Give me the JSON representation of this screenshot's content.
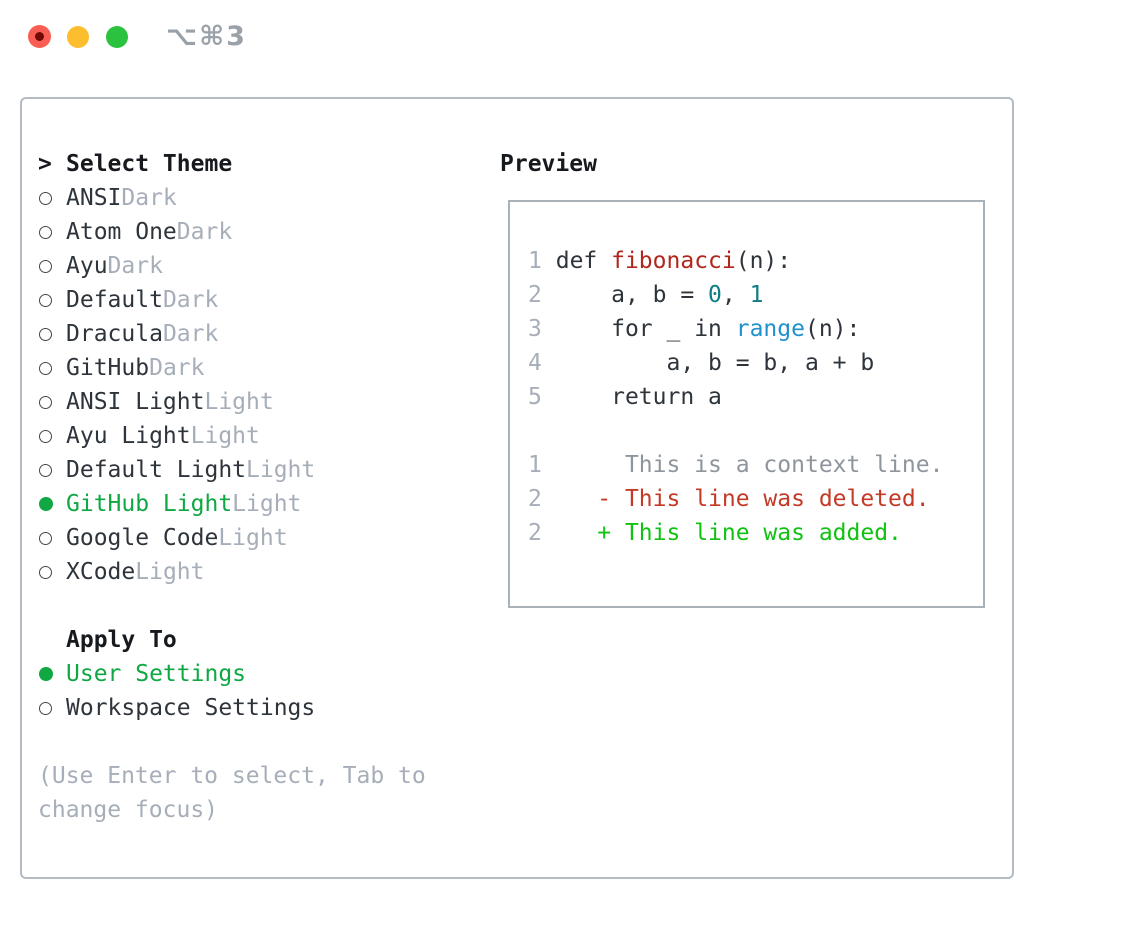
{
  "window": {
    "title": "⌥⌘3",
    "traffic_lights": [
      "close",
      "minimize",
      "zoom"
    ]
  },
  "colors": {
    "selection_green": "#0fa843",
    "added_green": "#10c212",
    "deleted_red": "#c43a26",
    "function_red": "#b0271d",
    "number_teal": "#0e7c87",
    "builtin_blue": "#2090cf",
    "text_dark": "#2e343b",
    "muted_gray": "#a6aeb9",
    "panel_border": "#b5bbc3",
    "traffic_red": "#f95e54",
    "traffic_yellow": "#fcbd2f",
    "traffic_green": "#2bc23f"
  },
  "theme_picker": {
    "header_marker": ">",
    "header": "Select Theme",
    "themes": [
      {
        "name": "ANSI",
        "variant": "Dark",
        "selected": false
      },
      {
        "name": "Atom One",
        "variant": "Dark",
        "selected": false
      },
      {
        "name": "Ayu",
        "variant": "Dark",
        "selected": false
      },
      {
        "name": "Default",
        "variant": "Dark",
        "selected": false
      },
      {
        "name": "Dracula",
        "variant": "Dark",
        "selected": false
      },
      {
        "name": "GitHub",
        "variant": "Dark",
        "selected": false
      },
      {
        "name": "ANSI Light",
        "variant": "Light",
        "selected": false
      },
      {
        "name": "Ayu Light",
        "variant": "Light",
        "selected": false
      },
      {
        "name": "Default Light",
        "variant": "Light",
        "selected": false
      },
      {
        "name": "GitHub Light",
        "variant": "Light",
        "selected": true
      },
      {
        "name": "Google Code",
        "variant": "Light",
        "selected": false
      },
      {
        "name": "XCode",
        "variant": "Light",
        "selected": false
      }
    ],
    "apply_to": {
      "header": "Apply To",
      "options": [
        {
          "label": "User Settings",
          "selected": true
        },
        {
          "label": "Workspace Settings",
          "selected": false
        }
      ]
    },
    "hint_lines": [
      "(Use Enter to select, Tab to",
      "change focus)"
    ]
  },
  "preview": {
    "header": "Preview",
    "code_lines": [
      {
        "ln": "1",
        "kind": "code",
        "tokens": [
          {
            "text": "def ",
            "style": "fg"
          },
          {
            "text": "fibonacci",
            "style": "function"
          },
          {
            "text": "(n):",
            "style": "fg"
          }
        ]
      },
      {
        "ln": "2",
        "kind": "code",
        "tokens": [
          {
            "text": "    a, b = ",
            "style": "fg"
          },
          {
            "text": "0",
            "style": "number"
          },
          {
            "text": ", ",
            "style": "fg"
          },
          {
            "text": "1",
            "style": "number"
          }
        ]
      },
      {
        "ln": "3",
        "kind": "code",
        "tokens": [
          {
            "text": "    for _ in ",
            "style": "fg"
          },
          {
            "text": "range",
            "style": "builtin"
          },
          {
            "text": "(n):",
            "style": "fg"
          }
        ]
      },
      {
        "ln": "4",
        "kind": "code",
        "tokens": [
          {
            "text": "        a, b = b, a + b",
            "style": "fg"
          }
        ]
      },
      {
        "ln": "5",
        "kind": "code",
        "tokens": [
          {
            "text": "    return a",
            "style": "fg"
          }
        ]
      },
      {
        "ln": "",
        "kind": "blank",
        "tokens": []
      },
      {
        "ln": "1",
        "kind": "context",
        "tokens": [
          {
            "text": "     This is a context line.",
            "style": "context"
          }
        ]
      },
      {
        "ln": "2",
        "kind": "deleted",
        "tokens": [
          {
            "text": "   - This line was deleted.",
            "style": "deleted"
          }
        ]
      },
      {
        "ln": "2",
        "kind": "added",
        "tokens": [
          {
            "text": "   + This line was added.",
            "style": "added"
          }
        ]
      }
    ]
  }
}
